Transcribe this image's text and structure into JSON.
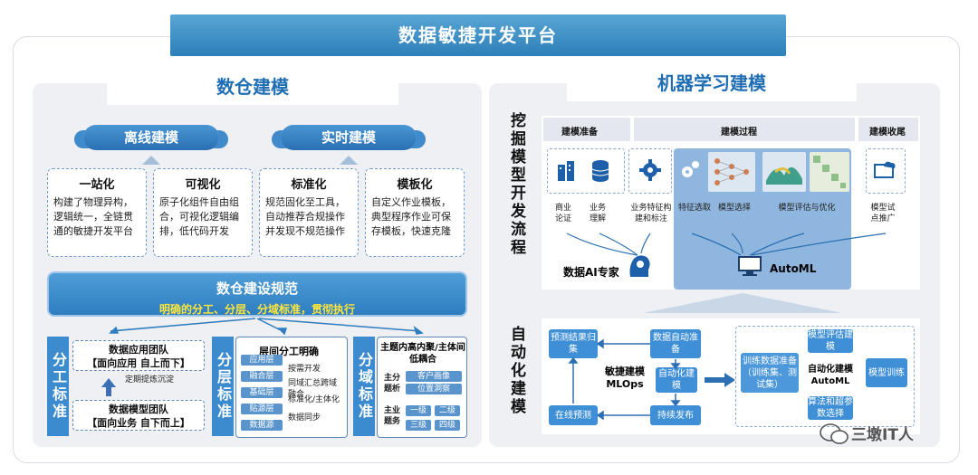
{
  "header": {
    "title": "数据敏捷开发平台"
  },
  "left": {
    "title": "数仓建模",
    "clouds": [
      "离线建模",
      "实时建模"
    ],
    "cards": [
      {
        "title": "一站化",
        "desc": "构建了物理异构，逻辑统一，全链贯通的敏捷开发平台"
      },
      {
        "title": "可视化",
        "desc": "原子化组件自由组合，可视化逻辑编排，低代码开发"
      },
      {
        "title": "标准化",
        "desc": "规范固化至工具，自动推荐合规操作并发现不规范操作"
      },
      {
        "title": "模板化",
        "desc": "自定义作业模板，典型程序作业可保存模板，快速克隆"
      }
    ],
    "spec": {
      "title": "数仓建设规范",
      "subtitle": "明确的分工、分层、分域标准，贯彻执行"
    },
    "division": {
      "label": "分工标准",
      "team1": "数据应用团队",
      "team1_sub": "【面向应用 自上而下】",
      "team2": "数据模型团队",
      "team2_sub": "【面向业务 自下而上】",
      "note": "定期提炼沉淀"
    },
    "layering": {
      "label": "分层标准",
      "head": "层间分工明确",
      "layers": [
        "应用层",
        "融合层",
        "基础层",
        "贴源层",
        "数据源"
      ],
      "notes": [
        "按需开发",
        "同域汇总跨域融合",
        "标准化/主体化",
        "数据同步"
      ]
    },
    "domain": {
      "label": "分域标准",
      "head": "主题内高内聚/主体间低耦合",
      "g1": "主分题析",
      "g1_items": [
        "客户画像",
        "位置洞察"
      ],
      "g2": "主业题务",
      "g2_items": [
        "一级",
        "二级",
        "三级",
        "四级"
      ]
    }
  },
  "right": {
    "title": "机器学习建模",
    "mining_label": "挖掘模型开发流程",
    "stages": [
      "建模准备",
      "建模过程",
      "建模收尾"
    ],
    "steps": [
      "商业论证",
      "业务理解",
      "业务特征构建和标注",
      "特征选取",
      "模型选择",
      "模型评估与优化",
      "模型试点推广"
    ],
    "expert": "数据AI专家",
    "automl": "AutoML",
    "auto_label": "自动化建模",
    "mlops_title": "敏捷建模",
    "mlops_sub": "MLOps",
    "flow": [
      "预测结果归集",
      "数据自动准备",
      "自动化建模",
      "持续发布",
      "在线预测"
    ],
    "auto_center_title": "自动化建模",
    "auto_center_sub": "AutoML",
    "auto_boxes": [
      "训练数据准备（训练集、测试集）",
      "模型评估建模",
      "算法和超参数选择",
      "模型训练"
    ]
  },
  "watermark": "三墩IT人",
  "colors": {
    "primary": "#2c7fb8",
    "accent": "#ffe63b",
    "panel": "#eef0f3"
  }
}
